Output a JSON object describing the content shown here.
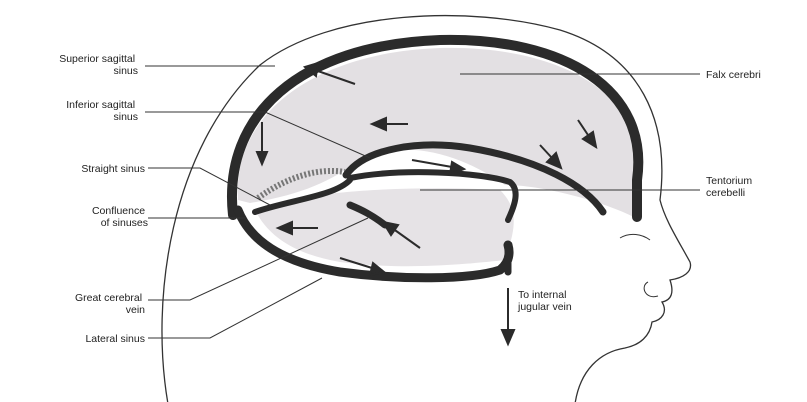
{
  "labels": {
    "superior_sagittal_sinus": [
      "Superior sagittal",
      "sinus"
    ],
    "inferior_sagittal_sinus": [
      "Inferior sagittal",
      "sinus"
    ],
    "straight_sinus": [
      "Straight sinus"
    ],
    "confluence_of_sinuses": [
      "Confluence",
      "of sinuses"
    ],
    "great_cerebral_vein": [
      "Great cerebral",
      "vein"
    ],
    "lateral_sinus": [
      "Lateral sinus"
    ],
    "falx_cerebri": [
      "Falx cerebri"
    ],
    "tentorium_cerebelli": [
      "Tentorium",
      "cerebelli"
    ],
    "to_internal_jugular_vein": [
      "To internal",
      "jugular vein"
    ]
  },
  "colors": {
    "sinus": "#2b2b2b",
    "falx_fill": "#e3e0e3",
    "outline": "#333333",
    "label": "#222222"
  }
}
